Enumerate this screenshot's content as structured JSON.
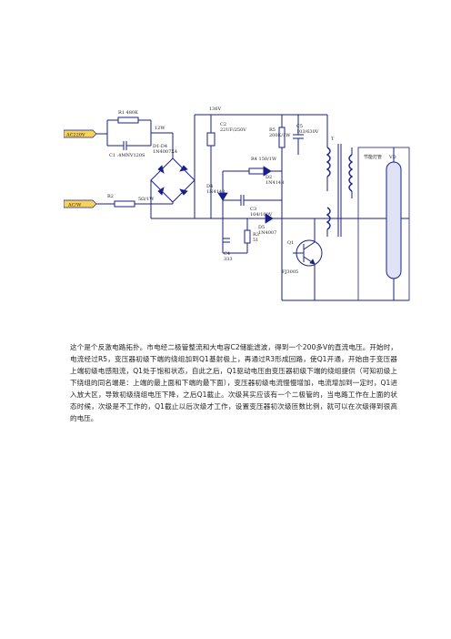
{
  "schematic": {
    "inputs": {
      "ac_top": "AC220V",
      "ac_bottom": "AC/W"
    },
    "components": {
      "r1": "R1 480K",
      "r1_note": "12W",
      "c1": "C1 .4MNV120S",
      "bridge": "D1-D4\n1N4007X4",
      "r2": "R2",
      "r2_val": "5Ω/1W",
      "c2": "C2\n22UF/250V",
      "v_rail": "136V",
      "r5": "R5\n200K/1W",
      "c5": "C5\n103/630V",
      "r4": "R4  150/1W",
      "d2": "D2\n1N4148",
      "d4": "D4\n1N4148",
      "c3": "C3\n104/100V",
      "d5": "D5\n1N4007",
      "r3": "R3\n51",
      "c4": "C4\n333",
      "q1": "Q1",
      "q1_part": "FJ3005",
      "transformer": "T",
      "lamp_label": "节能灯管",
      "vd": "VD"
    }
  },
  "description": "这个是个反激电路拓扑。市电经二极管整流和大电容C2储能滤波，得到一个200多V的直流电压。开始时，电流经过R5，变压器初级下端的绕组加到Q1基射极上，再通过R3形成回路，使Q1开通，开始由于变压器上端初级电感阻流，Q1处于饱和状态，自此之后，Q1驱动电压由变压器初级下端的绕组提供（可知初级上下绕组的同名端是：上端的最上面和下端的最下面），变压器初级电流慢慢增加，电流增加到一定时，Q1进入放大区，导致初级绕组电压下降，之后Q1截止。次级其实应该有一个二极管的，当电路工作在上面的状态时候，次级是不工作的，Q1截止以后次级才工作，设置变压器初次级匝数比例，就可以在次级得到很高的电压。"
}
